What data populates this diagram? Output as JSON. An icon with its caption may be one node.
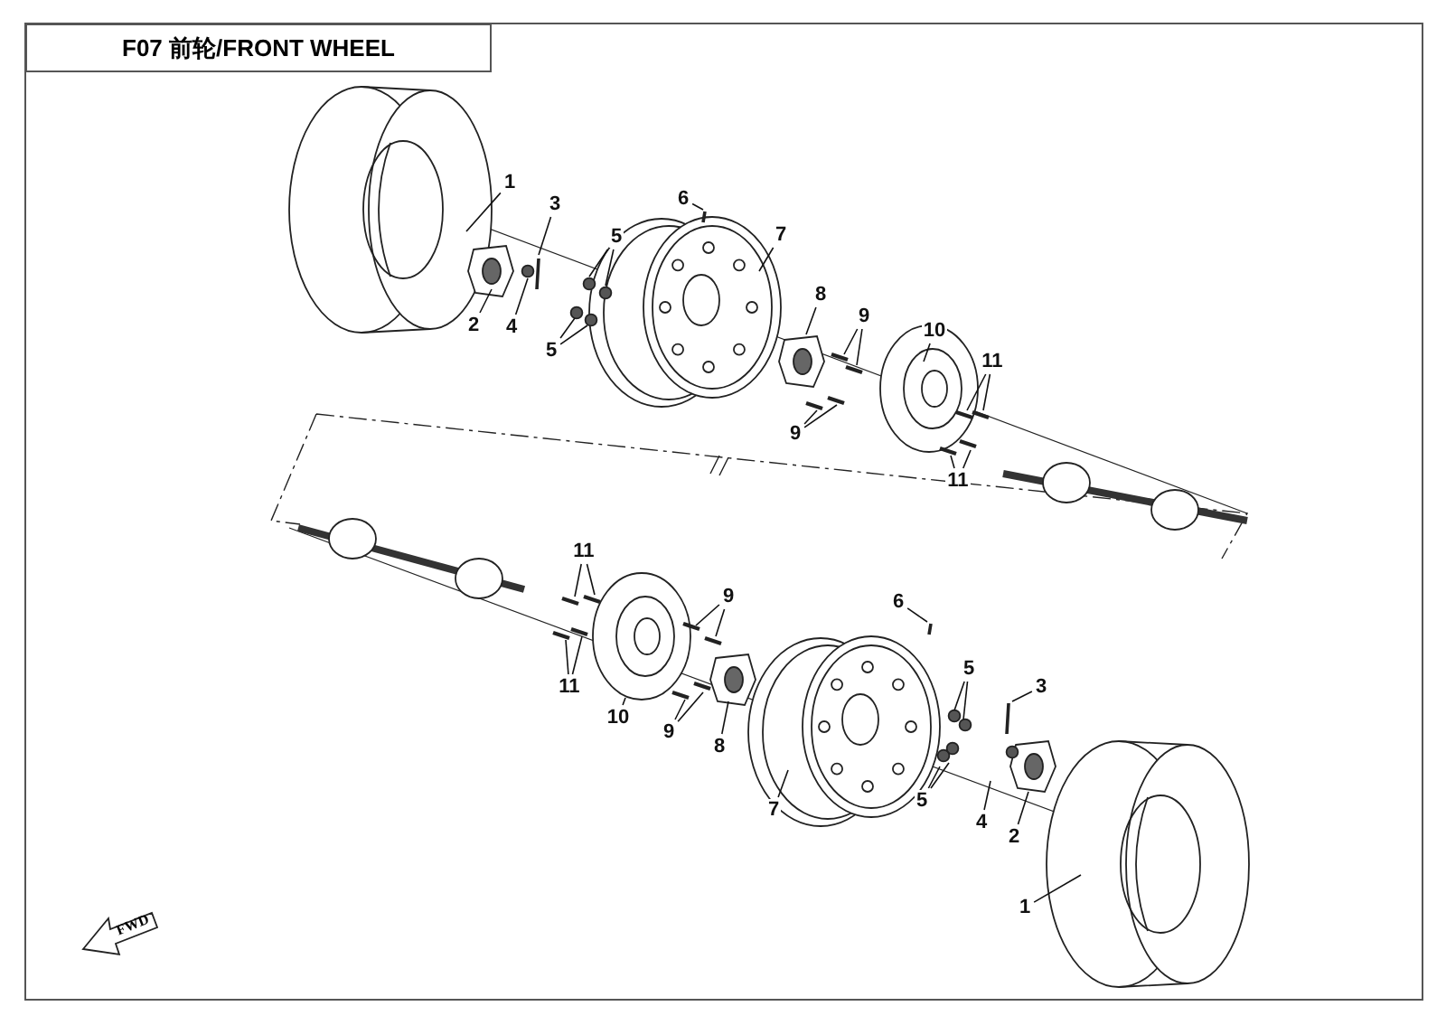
{
  "diagram": {
    "title": "F07 前轮/FRONT WHEEL",
    "nodes": [
      {
        "text": [
          "1"
        ]
      },
      {
        "text": [
          "3"
        ]
      },
      {
        "text": [
          "5"
        ]
      },
      {
        "text": [
          "6"
        ]
      },
      {
        "text": [
          "7"
        ]
      },
      {
        "text": [
          "2"
        ]
      },
      {
        "text": [
          "4"
        ]
      },
      {
        "text": [
          "5"
        ]
      },
      {
        "text": [
          "8"
        ]
      },
      {
        "text": [
          "9"
        ]
      },
      {
        "text": [
          "10"
        ]
      },
      {
        "text": [
          "11"
        ]
      },
      {
        "text": [
          "9"
        ]
      },
      {
        "text": [
          "11"
        ]
      },
      {
        "text": [
          "11"
        ]
      },
      {
        "text": [
          "9"
        ]
      },
      {
        "text": [
          "6"
        ]
      },
      {
        "text": [
          "10"
        ]
      },
      {
        "text": [
          "11"
        ]
      },
      {
        "text": [
          "3"
        ]
      },
      {
        "text": [
          "5"
        ]
      },
      {
        "text": [
          "9"
        ]
      },
      {
        "text": [
          "8"
        ]
      },
      {
        "text": [
          "7"
        ]
      },
      {
        "text": [
          "5"
        ]
      },
      {
        "text": [
          "4"
        ]
      },
      {
        "text": [
          "2"
        ]
      },
      {
        "text": [
          "1"
        ]
      }
    ],
    "edges": [
      {
        "from": 0,
        "to": null,
        "arrow": "none"
      },
      {
        "from": 1,
        "to": null,
        "arrow": "none"
      },
      {
        "from": 2,
        "to": null,
        "arrow": "none"
      },
      {
        "from": 2,
        "to": null,
        "arrow": "none"
      },
      {
        "from": 3,
        "to": null,
        "arrow": "none"
      },
      {
        "from": 4,
        "to": null,
        "arrow": "none"
      },
      {
        "from": 5,
        "to": null,
        "arrow": "none"
      },
      {
        "from": 6,
        "to": null,
        "arrow": "none"
      },
      {
        "from": 7,
        "to": null,
        "arrow": "none"
      },
      {
        "from": 7,
        "to": null,
        "arrow": "none"
      },
      {
        "from": 8,
        "to": null,
        "arrow": "none"
      },
      {
        "from": 9,
        "to": null,
        "arrow": "none"
      },
      {
        "from": 9,
        "to": null,
        "arrow": "none"
      },
      {
        "from": 10,
        "to": null,
        "arrow": "none"
      },
      {
        "from": 11,
        "to": null,
        "arrow": "none"
      },
      {
        "from": 11,
        "to": null,
        "arrow": "none"
      },
      {
        "from": 12,
        "to": null,
        "arrow": "none"
      },
      {
        "from": 12,
        "to": null,
        "arrow": "none"
      },
      {
        "from": 13,
        "to": null,
        "arrow": "none"
      },
      {
        "from": 13,
        "to": null,
        "arrow": "none"
      },
      {
        "from": 14,
        "to": null,
        "arrow": "none"
      },
      {
        "from": 14,
        "to": null,
        "arrow": "none"
      },
      {
        "from": 15,
        "to": null,
        "arrow": "none"
      },
      {
        "from": 15,
        "to": null,
        "arrow": "none"
      },
      {
        "from": 16,
        "to": null,
        "arrow": "none"
      },
      {
        "from": 17,
        "to": null,
        "arrow": "none"
      },
      {
        "from": 18,
        "to": null,
        "arrow": "none"
      },
      {
        "from": 18,
        "to": null,
        "arrow": "none"
      },
      {
        "from": 19,
        "to": null,
        "arrow": "none"
      },
      {
        "from": 20,
        "to": null,
        "arrow": "none"
      },
      {
        "from": 20,
        "to": null,
        "arrow": "none"
      },
      {
        "from": 21,
        "to": null,
        "arrow": "none"
      },
      {
        "from": 21,
        "to": null,
        "arrow": "none"
      },
      {
        "from": 22,
        "to": null,
        "arrow": "none"
      },
      {
        "from": 23,
        "to": null,
        "arrow": "none"
      },
      {
        "from": 24,
        "to": null,
        "arrow": "none"
      },
      {
        "from": 24,
        "to": null,
        "arrow": "none"
      },
      {
        "from": 25,
        "to": null,
        "arrow": "none"
      },
      {
        "from": 26,
        "to": null,
        "arrow": "none"
      },
      {
        "from": 27,
        "to": null,
        "arrow": "none"
      }
    ],
    "labels": [
      "FWD"
    ]
  }
}
